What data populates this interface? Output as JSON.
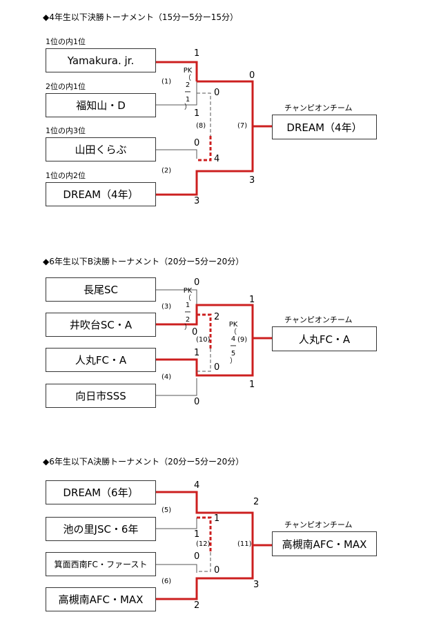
{
  "colors": {
    "win": "#cc1f1f",
    "base": "#555555"
  },
  "champion_label": "チャンピオンチーム",
  "t1": {
    "title": "◆4年生以下決勝トーナメント（15分ー5分ー15分）",
    "seeds": [
      "1位の内1位",
      "2位の内1位",
      "1位の内3位",
      "1位の内2位"
    ],
    "teams": [
      "Yamakura. jr.",
      "福知山・D",
      "山田くらぶ",
      "DREAM（4年）"
    ],
    "champion": "DREAM（4年）",
    "matches": [
      "(1)",
      "(2)",
      "(7)",
      "(8)"
    ],
    "scores": {
      "s1": "1",
      "s2": "1",
      "s3": "0",
      "s4": "3",
      "s5": "0",
      "s6": "3",
      "s7": "0",
      "s8": "4"
    },
    "pk": [
      "PK",
      "2",
      "ー",
      "1",
      "）"
    ],
    "pk_open": "（"
  },
  "t2": {
    "title": "◆6年生以下B決勝トーナメント（20分ー5分ー20分）",
    "teams": [
      "長尾SC",
      "井吹台SC・A",
      "人丸FC・A",
      "向日市SSS"
    ],
    "champion": "人丸FC・A",
    "matches": [
      "(3)",
      "(4)",
      "(9)",
      "(10)"
    ],
    "scores": {
      "s1": "0",
      "s2": "0",
      "s3": "1",
      "s4": "0",
      "s5": "1",
      "s6": "1",
      "s7": "2",
      "s8": "0"
    },
    "pk1": [
      "PK",
      "（",
      "1",
      "ー",
      "2",
      "）"
    ],
    "pk2": [
      "PK",
      "（",
      "4",
      "ー",
      "5",
      "）"
    ]
  },
  "t3": {
    "title": "◆6年生以下A決勝トーナメント（20分ー5分ー20分）",
    "teams": [
      "DREAM（6年）",
      "池の里JSC・6年",
      "箕面西南FC・ファースト",
      "高槻南AFC・MAX"
    ],
    "champion": "高槻南AFC・MAX",
    "matches": [
      "(5)",
      "(6)",
      "(11)",
      "(12)"
    ],
    "scores": {
      "s1": "4",
      "s2": "1",
      "s3": "0",
      "s4": "2",
      "s5": "2",
      "s6": "3",
      "s7": "1",
      "s8": "0"
    }
  }
}
